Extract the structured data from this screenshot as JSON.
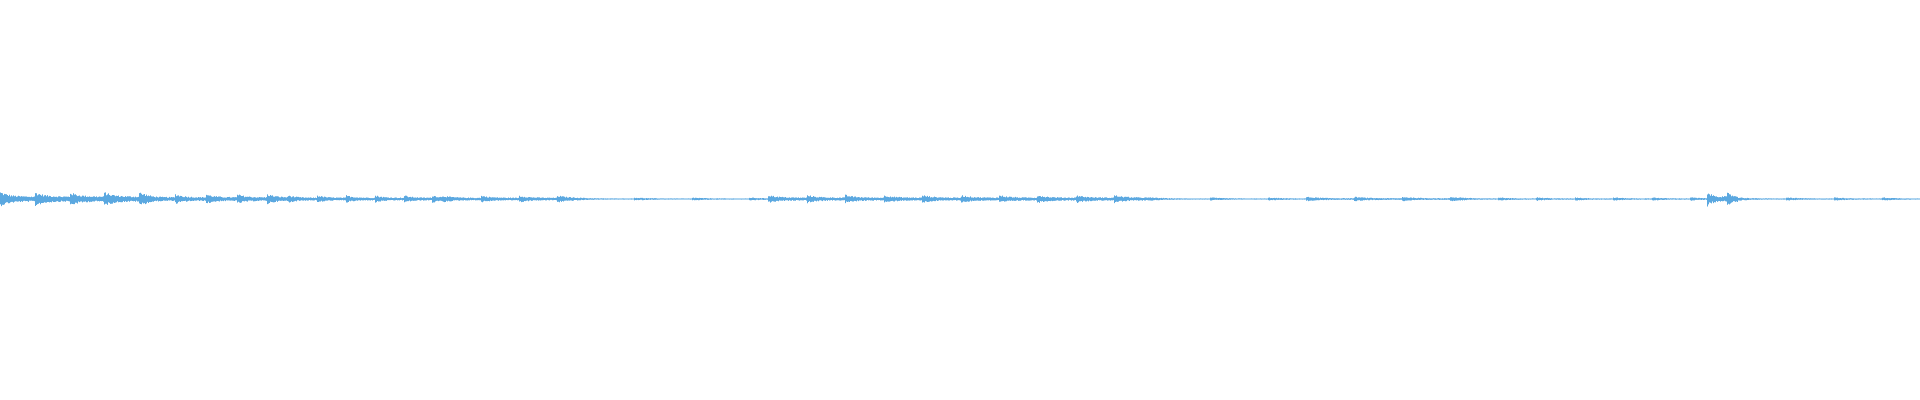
{
  "waveform": {
    "color": "#5ba8e0",
    "background": "#ffffff",
    "segments": [
      {
        "start": 0.0,
        "end": 0.075,
        "amp": 0.55,
        "beat": 0.018
      },
      {
        "start": 0.075,
        "end": 0.15,
        "amp": 0.4,
        "beat": 0.016
      },
      {
        "start": 0.15,
        "end": 0.23,
        "amp": 0.3,
        "beat": 0.015
      },
      {
        "start": 0.23,
        "end": 0.3,
        "amp": 0.28,
        "beat": 0.02
      },
      {
        "start": 0.3,
        "end": 0.4,
        "amp": 0.12,
        "beat": 0.03
      },
      {
        "start": 0.4,
        "end": 0.6,
        "amp": 0.32,
        "beat": 0.02
      },
      {
        "start": 0.6,
        "end": 0.68,
        "amp": 0.12,
        "beat": 0.03
      },
      {
        "start": 0.68,
        "end": 0.76,
        "amp": 0.18,
        "beat": 0.025
      },
      {
        "start": 0.76,
        "end": 0.889,
        "amp": 0.14,
        "beat": 0.02
      },
      {
        "start": 0.889,
        "end": 0.905,
        "amp": 0.55,
        "beat": 0.01
      },
      {
        "start": 0.905,
        "end": 1.0,
        "amp": 0.13,
        "beat": 0.025
      }
    ]
  }
}
